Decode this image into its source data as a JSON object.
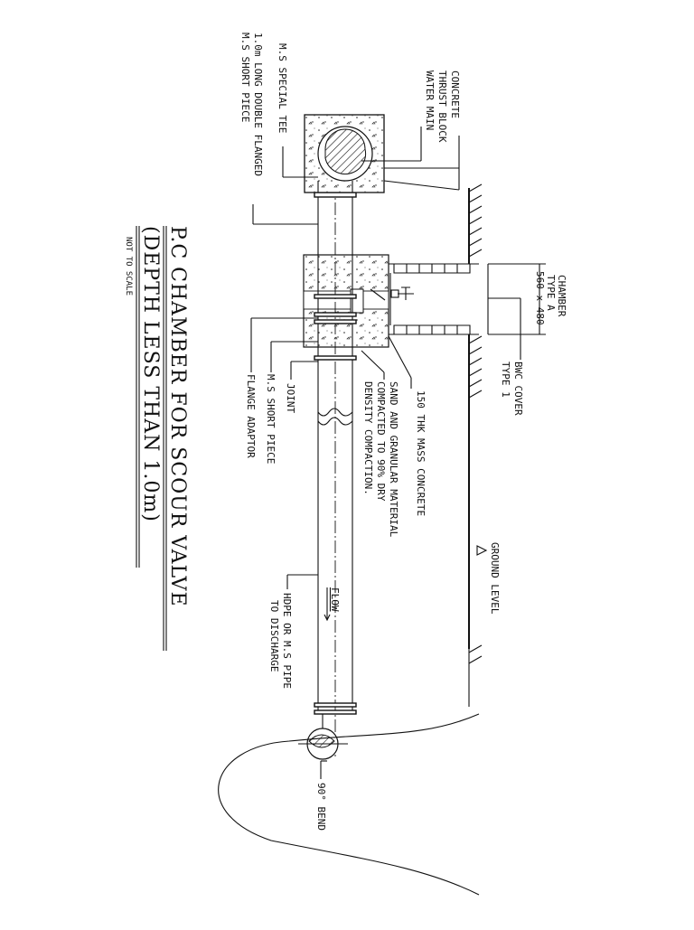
{
  "title": {
    "line1": "P.C CHAMBER FOR SCOUR VALVE",
    "line2": "(DEPTH LESS THAN 1.0m)",
    "note": "NOT TO SCALE"
  },
  "labels": {
    "concrete_thrust_block": [
      "CONCRETE",
      "THRUST BLOCK"
    ],
    "water_main": "WATER MAIN",
    "ms_special_tee": "M.S SPECIAL TEE",
    "double_flanged": [
      "1.0m LONG DOUBLE FLANGED",
      "M.S SHORT PIECE"
    ],
    "chamber_type": [
      "CHAMBER",
      "TYPE A",
      "560 x 480"
    ],
    "bwc_cover": [
      "BWC COVER",
      "TYPE 1"
    ],
    "mass_concrete": "150 THK MASS CONCRETE",
    "sand_granular": [
      "SAND AND GRANULAR MATERIAL",
      "COMPACTED TO 90% DRY",
      "DENSITY COMPACTION."
    ],
    "joint": "JOINT",
    "ms_short_piece": "M.S SHORT PIECE",
    "flange_adaptor": "FLANGE ADAPTOR",
    "ground_level": "GROUND  LEVEL",
    "flow": "FLOW",
    "hdpe_pipe": [
      "HDPE OR M.S PIPE",
      "TO DISCHARGE"
    ],
    "bend": "90° BEND"
  }
}
